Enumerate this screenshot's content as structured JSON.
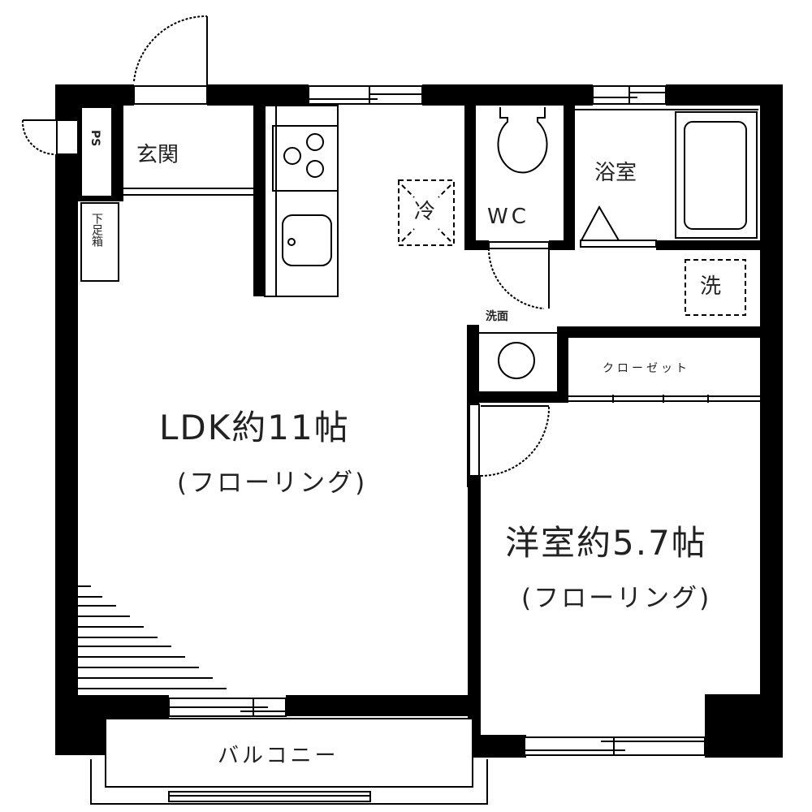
{
  "plan": {
    "wall_color": "#000000",
    "line_color": "#333333",
    "background": "#ffffff"
  },
  "rooms": {
    "genkan": "玄関",
    "ps": "PS",
    "getabako": "下足箱",
    "fridge": "冷",
    "wc": "WC",
    "bath": "浴室",
    "washer": "洗",
    "washroom": "洗面",
    "closet": "クローゼット",
    "ldk_title": "LDK約11帖",
    "ldk_floor": "(フローリング)",
    "western_title": "洋室約5.7帖",
    "western_floor": "(フローリング)",
    "balcony": "バルコニー"
  }
}
